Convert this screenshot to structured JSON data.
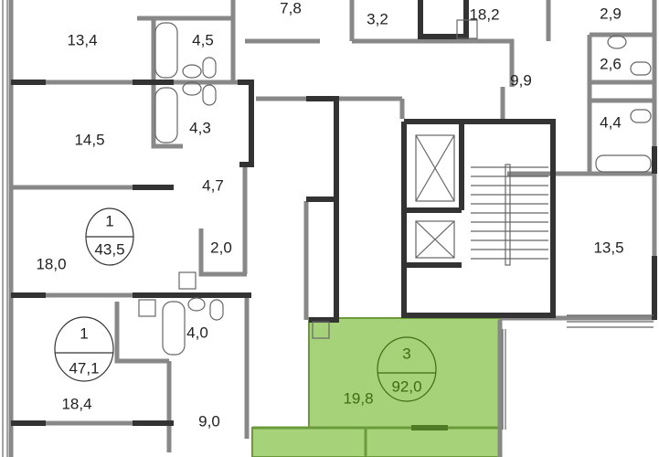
{
  "rooms": {
    "r13_4": "13,4",
    "r4_5": "4,5",
    "r7_8": "7,8",
    "r3_2": "3,2",
    "r18_2": "18,2",
    "r2_9": "2,9",
    "r2_6": "2,6",
    "r9_9": "9,9",
    "r4_4": "4,4",
    "r14_5": "14,5",
    "r4_3": "4,3",
    "r4_7": "4,7",
    "r18_0": "18,0",
    "r2_0": "2,0",
    "r13_5": "13,5",
    "r4_0": "4,0",
    "r18_4": "18,4",
    "r9_0": "9,0",
    "r19_8": "19,8"
  },
  "apartments": [
    {
      "rooms": "1",
      "area": "43,5"
    },
    {
      "rooms": "1",
      "area": "47,1"
    },
    {
      "rooms": "3",
      "area": "92,0",
      "highlighted": true
    }
  ],
  "colors": {
    "highlight": "#a6d37a",
    "highlight_text": "#3f6a16",
    "wall_dark": "#333333",
    "wall_light": "#888888"
  }
}
